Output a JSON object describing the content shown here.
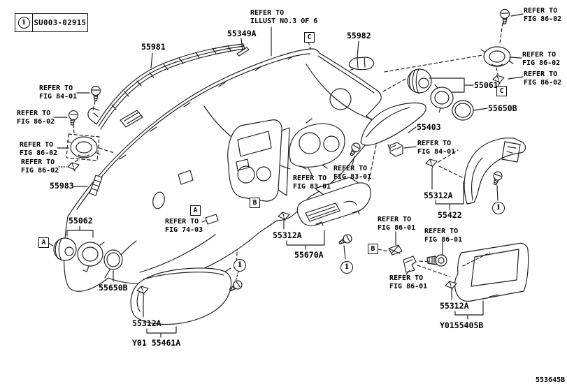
{
  "page": {
    "code": "553645B"
  },
  "legend": {
    "marker": "1",
    "part_no": "SU003-02915"
  },
  "notes": {
    "illust": "REFER TO\nILLUST NO.3 OF 6"
  },
  "refs": {
    "fig_84_01": "REFER TO\nFIG 84-01",
    "fig_86_02": "REFER TO\nFIG 86-02",
    "fig_86_01": "REFER TO\nFIG 86-01",
    "fig_83_01": "REFER TO\nFIG 83-01",
    "fig_74_03": "REFER TO\nFIG 74-03"
  },
  "parts": {
    "n55981": "55981",
    "n55349A": "55349A",
    "n55982": "55982",
    "n55061": "55061",
    "n55650B": "55650B",
    "n55403": "55403",
    "n55983": "55983",
    "n55062": "55062",
    "n55312A": "55312A",
    "n55670A": "55670A",
    "n55422": "55422",
    "n55461A": "Y01 55461A",
    "n55405B": "Y0155405B"
  },
  "callouts": {
    "a": "A",
    "b": "B",
    "c": "C",
    "fastener": "1"
  }
}
